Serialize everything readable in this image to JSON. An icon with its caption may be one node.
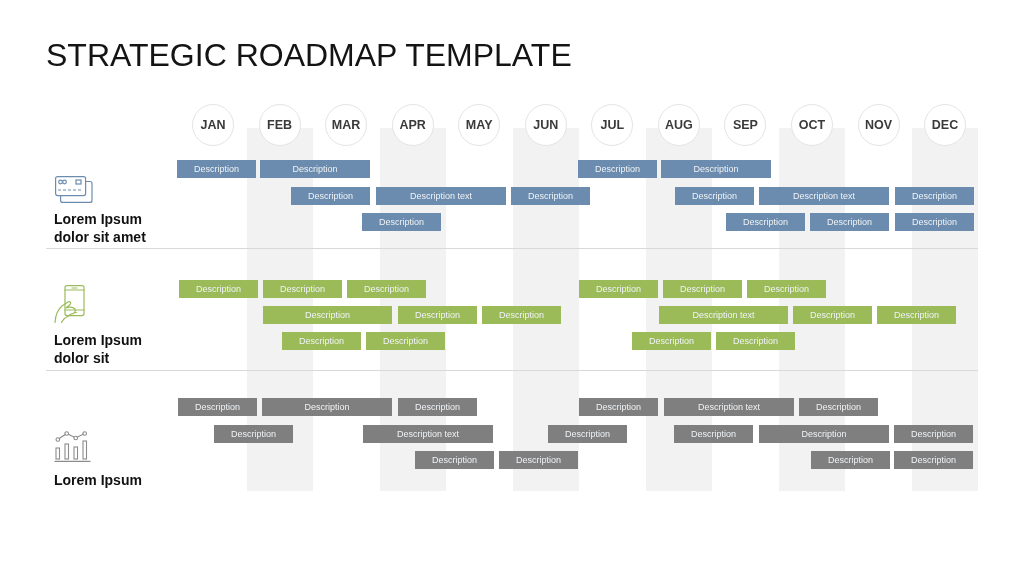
{
  "diagram": {
    "title": "STRATEGIC ROADMAP TEMPLATE",
    "nodes": [
      {
        "text": [
          "JAN"
        ]
      },
      {
        "text": [
          "FEB"
        ]
      },
      {
        "text": [
          "MAR"
        ]
      },
      {
        "text": [
          "APR"
        ]
      },
      {
        "text": [
          "MAY"
        ]
      },
      {
        "text": [
          "JUN"
        ]
      },
      {
        "text": [
          "JUL"
        ]
      },
      {
        "text": [
          "AUG"
        ]
      },
      {
        "text": [
          "SEP"
        ]
      },
      {
        "text": [
          "OCT"
        ]
      },
      {
        "text": [
          "NOV"
        ]
      },
      {
        "text": [
          "DEC"
        ]
      },
      {
        "text": [
          "Description"
        ]
      },
      {
        "text": [
          "Description"
        ]
      },
      {
        "text": [
          "Description"
        ]
      },
      {
        "text": [
          "Description"
        ]
      },
      {
        "text": [
          "Description"
        ]
      },
      {
        "text": [
          "Description text"
        ]
      },
      {
        "text": [
          "Description"
        ]
      },
      {
        "text": [
          "Description"
        ]
      },
      {
        "text": [
          "Description text"
        ]
      },
      {
        "text": [
          "Description"
        ]
      },
      {
        "text": [
          "Description"
        ]
      },
      {
        "text": [
          "Description"
        ]
      },
      {
        "text": [
          "Description"
        ]
      },
      {
        "text": [
          "Description"
        ]
      },
      {
        "text": [
          "Description"
        ]
      },
      {
        "text": [
          "Description"
        ]
      },
      {
        "text": [
          "Description"
        ]
      },
      {
        "text": [
          "Description"
        ]
      },
      {
        "text": [
          "Description"
        ]
      },
      {
        "text": [
          "Description"
        ]
      },
      {
        "text": [
          "Description"
        ]
      },
      {
        "text": [
          "Description"
        ]
      },
      {
        "text": [
          "Description"
        ]
      },
      {
        "text": [
          "Description text"
        ]
      },
      {
        "text": [
          "Description"
        ]
      },
      {
        "text": [
          "Description"
        ]
      },
      {
        "text": [
          "Description"
        ]
      },
      {
        "text": [
          "Description"
        ]
      },
      {
        "text": [
          "Description"
        ]
      },
      {
        "text": [
          "Description"
        ]
      },
      {
        "text": [
          "Description"
        ]
      },
      {
        "text": [
          "Description"
        ]
      },
      {
        "text": [
          "Description"
        ]
      },
      {
        "text": [
          "Description"
        ]
      },
      {
        "text": [
          "Description text"
        ]
      },
      {
        "text": [
          "Description"
        ]
      },
      {
        "text": [
          "Description"
        ]
      },
      {
        "text": [
          "Description text"
        ]
      },
      {
        "text": [
          "Description"
        ]
      },
      {
        "text": [
          "Description"
        ]
      },
      {
        "text": [
          "Description"
        ]
      },
      {
        "text": [
          "Description"
        ]
      },
      {
        "text": [
          "Description"
        ]
      },
      {
        "text": [
          "Description"
        ]
      },
      {
        "text": [
          "Description"
        ]
      },
      {
        "text": [
          "Description"
        ]
      }
    ],
    "labels": [
      "Lorem Ipsum dolor sit amet",
      "Lorem Ipsum dolor sit",
      "Lorem Ipsum"
    ]
  }
}
